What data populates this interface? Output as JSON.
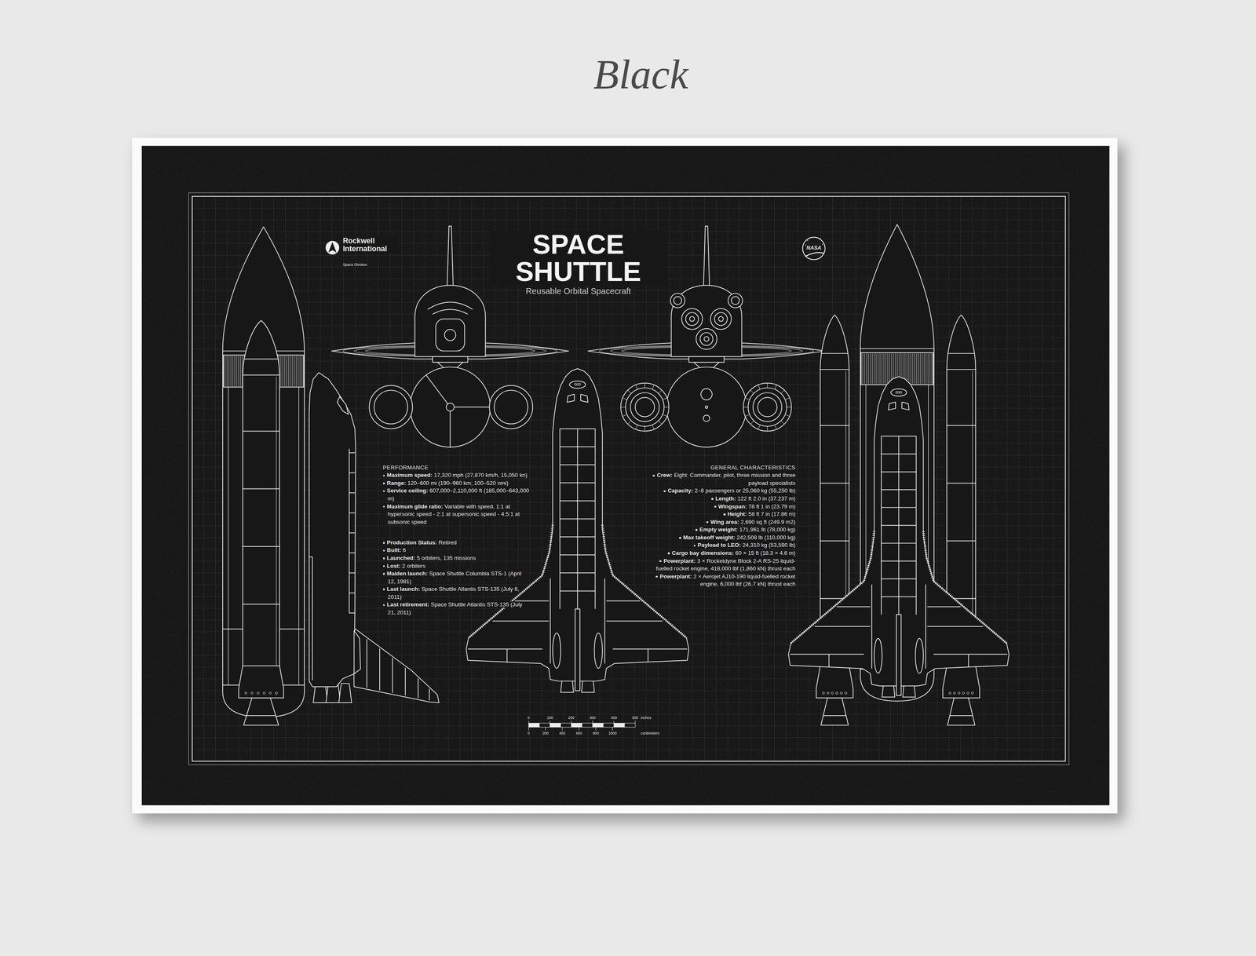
{
  "diagram": {
    "title": "SPACE SHUTTLE",
    "labels": [
      "Black",
      "Rockwell International",
      "Space Division",
      "NASA",
      "Reusable Orbital Spacecraft",
      "000",
      "000",
      "PERFORMANCE",
      "Maximum speed:",
      "17,320 mph (27,870 km/h, 15,050 kn)",
      "Range:",
      "120–600 mi (190–960 km; 100–520 nmi)",
      "Service ceiling:",
      "607,000–2,110,000 ft (185,000–643,000 m)",
      "Maximum glide ratio:",
      "Variable with speed, 1:1 at hypersonic speed - 2:1 at supersonic speed - 4.5:1 at subsonic speed",
      "Production Status:",
      "Retired",
      "Built:",
      "6",
      "Launched:",
      "5 orbiters, 135 missions",
      "Lost:",
      "2 orbiters",
      "Maiden launch:",
      "Space Shuttle Columbia STS-1 (April 12, 1981)",
      "Last launch:",
      "Space Shuttle Atlantis STS-135 (July 8, 2011)",
      "Last retirement:",
      "Space Shuttle Atlantis STS-135 (July 21, 2011)",
      "GENERAL CHARACTERISTICS",
      "Crew:",
      "Eight: Commander, pilot, three mission and three payload specialists",
      "Capacity:",
      "2–8 passengers or 25,060 kg (55,250 lb)",
      "Length:",
      "122 ft 2.0 in (37.237 m)",
      "Wingspan:",
      "78 ft 1 in (23.79 m)",
      "Height:",
      "58 ft 7 in (17.86 m)",
      "Wing area:",
      "2,690 sq ft (249.9 m2)",
      "Empty weight:",
      "171,961 lb (78,000 kg)",
      "Max takeoff weight:",
      "242,508 lb (110,000 kg)",
      "Payload to LEO:",
      "24,310 kg (53,590 lb)",
      "Cargo bay dimensions:",
      "60 × 15 ft (18.3 × 4.6 m)",
      "Powerplant:",
      "3 × Rocketdyne Block 2-A RS-25 liquid-fuelled rocket engine, 418,000 lbf (1,860 kN) thrust each",
      "Powerplant:",
      "2 × Aerojet AJ10-190 liquid-fuelled rocket engine, 6,000 lbf (26.7 kN) thrust each",
      "0",
      "100",
      "200",
      "300",
      "400",
      "500",
      "inches",
      "0",
      "200",
      "400",
      "600",
      "800",
      "1000",
      "centimeters"
    ]
  }
}
